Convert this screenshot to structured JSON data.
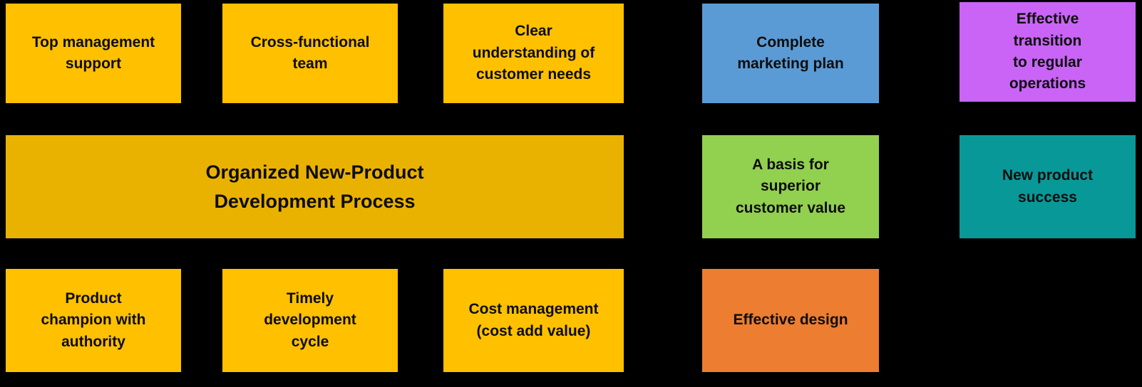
{
  "diagram": {
    "background": "#000000",
    "text_color": "#0d0d0d",
    "boxes": [
      {
        "id": "top-management-support",
        "label": "Top management\nsupport",
        "color": "#FFC000"
      },
      {
        "id": "cross-functional-team",
        "label": "Cross-functional\nteam",
        "color": "#FFC000"
      },
      {
        "id": "clear-understanding",
        "label": "Clear\nunderstanding of\ncustomer needs",
        "color": "#FFC000"
      },
      {
        "id": "complete-marketing-plan",
        "label": "Complete\nmarketing plan",
        "color": "#5B9BD5"
      },
      {
        "id": "effective-transition",
        "label": "Effective\ntransition\nto regular\noperations",
        "color": "#C964F6"
      },
      {
        "id": "organized-process",
        "label": "Organized New-Product\nDevelopment Process",
        "color": "#EAB200"
      },
      {
        "id": "basis-superior-customer-value",
        "label": "A basis for\nsuperior\ncustomer value",
        "color": "#92D050"
      },
      {
        "id": "new-product-success",
        "label": "New product\nsuccess",
        "color": "#089898"
      },
      {
        "id": "product-champion",
        "label": "Product\nchampion with\nauthority",
        "color": "#FFC000"
      },
      {
        "id": "timely-development-cycle",
        "label": "Timely\ndevelopment\ncycle",
        "color": "#FFC000"
      },
      {
        "id": "cost-management",
        "label": "Cost management\n(cost add value)",
        "color": "#FFC000"
      },
      {
        "id": "effective-design",
        "label": "Effective design",
        "color": "#ED7D31"
      }
    ]
  }
}
